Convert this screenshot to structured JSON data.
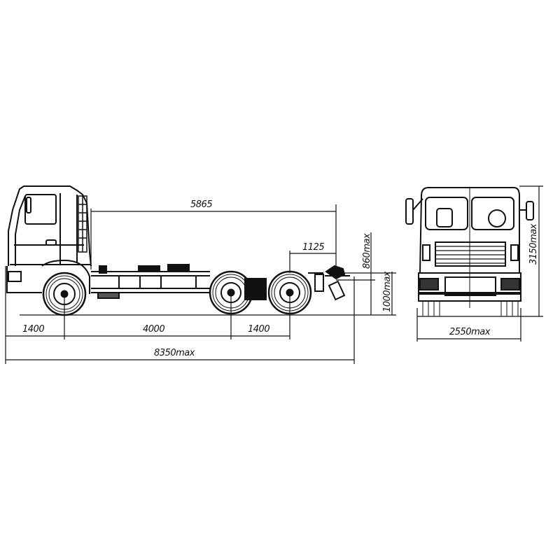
{
  "diagram": {
    "type": "technical-drawing",
    "subject": "6x4 truck chassis with cab",
    "side_view": {
      "dimensions": {
        "frame_length": "5865",
        "rear_overhang_to_frame_end": "1125",
        "front_overhang": "1400",
        "wheelbase_front_to_rear": "4000",
        "rear_axle_spacing": "1400",
        "overall_length": "8350max",
        "frame_height": "860max",
        "coupling_height": "1000max"
      }
    },
    "front_view": {
      "dimensions": {
        "overall_height": "3150max",
        "overall_width": "2550max"
      }
    },
    "colors": {
      "line": "#111111",
      "background": "#ffffff"
    }
  }
}
